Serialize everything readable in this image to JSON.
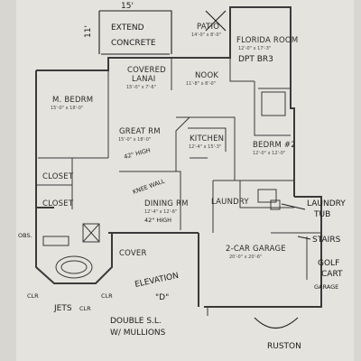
{
  "notes": {
    "top_dim": "15'",
    "extend": "EXTEND",
    "concrete": "CONCRETE",
    "side_dim": "11'",
    "obs": "OBS.",
    "jets": "JETS",
    "elevation": "ELEVATION",
    "elevation_letter": "\"D\"",
    "double": "DOUBLE S.L.",
    "mullions": "W/ MULLIONS",
    "laundry_tub_1": "LAUNDRY",
    "laundry_tub_2": "TUB",
    "stairs": "STAIRS",
    "golf_1": "GOLF",
    "golf_2": "CART",
    "golf_3": "GARAGE",
    "ruston": "RUSTON",
    "wall_1": "42\" HIGH",
    "wall_2": "KNEE WALL",
    "wall_3": "42\" HIGH",
    "dpt": "DPT BR3",
    "clr": "CLR",
    "clr2": "CLR",
    "jets_clr": "CLR"
  },
  "rooms": {
    "patio": "PATIO",
    "patio_dim": "14'-0\" x 8'-0\"",
    "florida": "FLORIDA ROOM",
    "florida_dim": "12'-0\" x 17'-3\"",
    "lanai": "COVERED",
    "lanai2": "LANAI",
    "lanai_dim": "15'-0\" x 7'-6\"",
    "nook": "NOOK",
    "nook_dim": "11'-8\" x 8'-0\"",
    "master": "M. BEDRM",
    "master_dim": "15'-0\" x 18'-0\"",
    "great": "GREAT RM",
    "great_dim": "15'-0\" x 18'-0\"",
    "kitchen": "KITCHEN",
    "kitchen_dim": "12'-4\" x 15'-3\"",
    "bed2": "BEDRM #2",
    "bed2_dim": "12'-0\" x 12'-0\"",
    "closet1": "CLOSET",
    "closet2": "CLOSET",
    "dining": "DINING RM",
    "dining_dim": "12'-4\" x 12'-6\"",
    "laundry": "LAUNDRY",
    "garage": "2-CAR GARAGE",
    "garage_dim": "20'-0\" x 20'-6\"",
    "cover": "COVER"
  }
}
